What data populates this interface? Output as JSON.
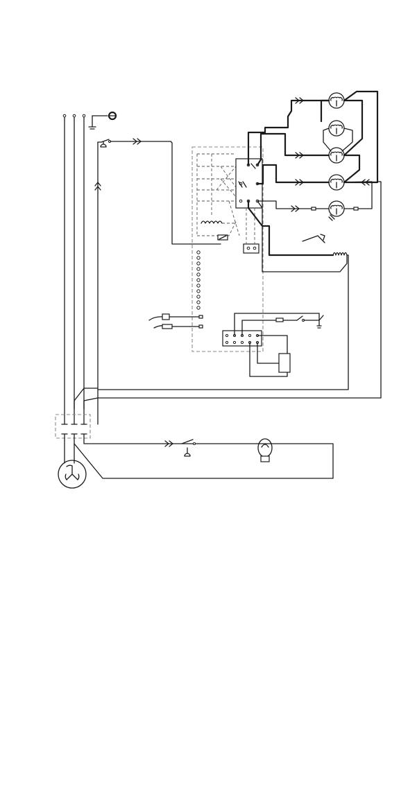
{
  "diagram": {
    "kind": "electrical-wiring-schematic",
    "colors": {
      "line": "#1a1a1a",
      "dashed_enclosure": "#888888",
      "background": "#ffffff"
    },
    "components": [
      "power-supply-lines",
      "ground-terminal",
      "control-enclosure",
      "contactor-block",
      "heating-elements",
      "terminal-strip",
      "thermostat-probe",
      "timer-control-block",
      "terminal-block",
      "three-phase-motor",
      "switch-and-lamp-circuit"
    ]
  }
}
